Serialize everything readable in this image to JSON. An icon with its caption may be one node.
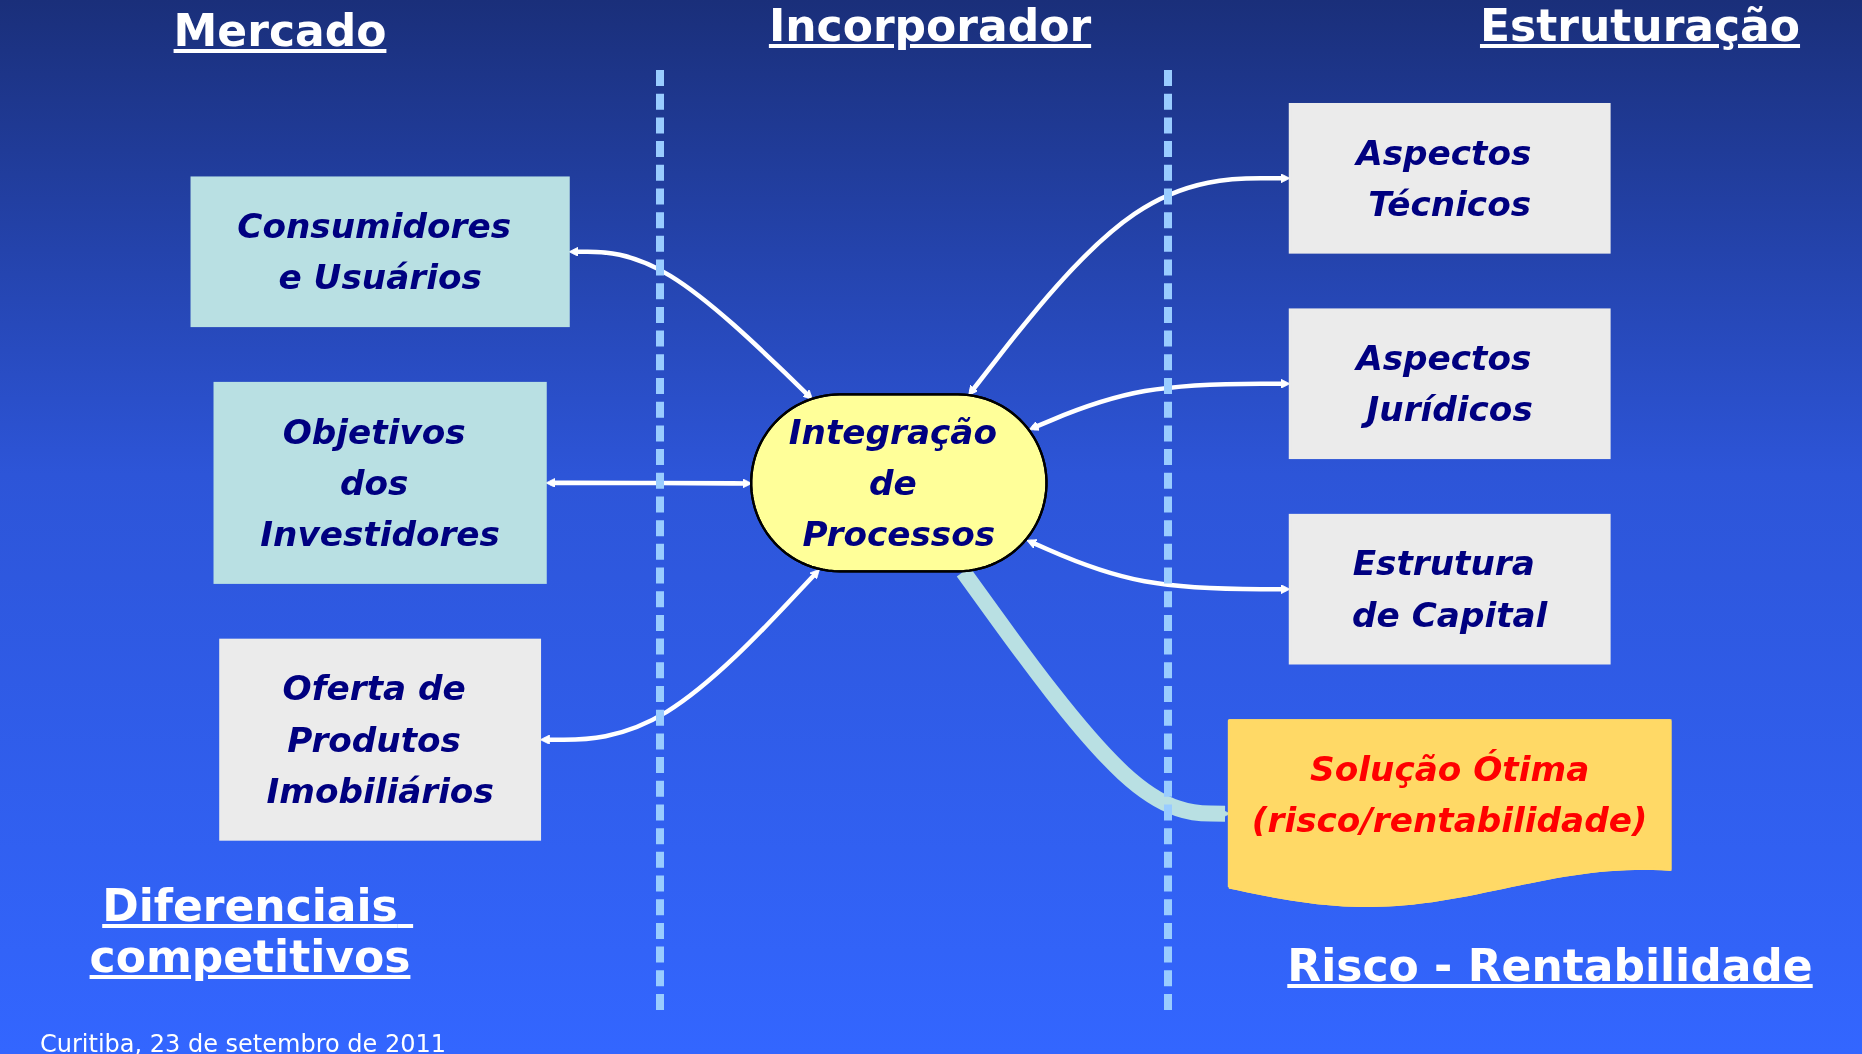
{
  "diagram": {
    "nodes": [
      {
        "text": [
          "Consumidores e Usuários"
        ]
      },
      {
        "text": [
          "Objetivos dos Investidores"
        ]
      },
      {
        "text": [
          "Aspectos Técnicos"
        ]
      },
      {
        "text": [
          "Integração de Processos"
        ]
      },
      {
        "text": [
          "Aspectos Jurídicos"
        ]
      },
      {
        "text": [
          "Oferta de Produtos Imobiliários"
        ]
      },
      {
        "text": [
          "Estrutura de Capital"
        ]
      },
      {
        "text": [
          "Solução Ótima",
          "(risco/rentabilidade)"
        ]
      }
    ],
    "edges": [
      {
        "from": 0,
        "to": 3,
        "arrow": "both"
      },
      {
        "from": 1,
        "to": 3,
        "arrow": "both"
      },
      {
        "from": 5,
        "to": 3,
        "arrow": "both"
      },
      {
        "from": 3,
        "to": 2,
        "arrow": "both"
      },
      {
        "from": 3,
        "to": 4,
        "arrow": "both"
      },
      {
        "from": 3,
        "to": 6,
        "arrow": "both"
      },
      {
        "from": 3,
        "to": 7,
        "arrow": "to",
        "style": "thick",
        "color": "#b9e0e3"
      }
    ],
    "labels": [
      "Mercado",
      "Incorporador",
      "Estruturação",
      "Diferenciais competitivos",
      "Risco - Rentabilidade",
      "Curitiba, 23 de setembro de 2011"
    ]
  }
}
